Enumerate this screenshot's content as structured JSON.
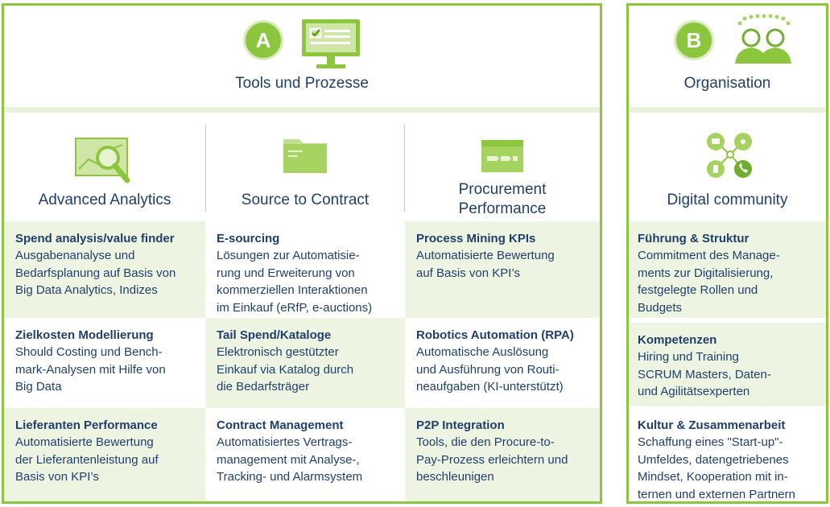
{
  "panelA": {
    "badge": "A",
    "title": "Tools und Prozesse",
    "columns": [
      {
        "heading": "Advanced Analytics",
        "items": [
          {
            "title": "Spend analysis/value finder",
            "desc": "Ausgabenanalyse und\nBedarfsplanung auf Basis von\nBig Data Analytics, Indizes"
          },
          {
            "title": "Zielkosten Modellierung",
            "desc": "Should Costing und Bench-\nmark-Analysen mit Hilfe von\nBig Data"
          },
          {
            "title": "Lieferanten Performance",
            "desc": "Automatisierte Bewertung\nder Lieferantenleistung auf\nBasis von KPI’s"
          }
        ]
      },
      {
        "heading": "Source to Contract",
        "items": [
          {
            "title": "E-sourcing",
            "desc": "Lösungen zur Automatisie-\nrung und Erweiterung von\nkommerziellen Interaktionen\nim Einkauf (eRfP, e-auctions)"
          },
          {
            "title": "Tail Spend/Kataloge",
            "desc": "Elektronisch gestützter\nEinkauf via Katalog durch\ndie Bedarfsträger"
          },
          {
            "title": "Contract Management",
            "desc": "Automatisiertes Vertrags-\nmanagement mit Analyse-,\nTracking- und Alarmsystem"
          }
        ]
      },
      {
        "heading": "Procurement\nPerformance",
        "items": [
          {
            "title": "Process Mining KPIs",
            "desc": "Automatisierte Bewertung\nauf Basis von KPI’s"
          },
          {
            "title": "Robotics Automation (RPA)",
            "desc": "Automatische Auslösung\nund Ausführung von Routi-\nneaufgaben (KI-unterstützt)"
          },
          {
            "title": "P2P Integration",
            "desc": "Tools, die den Procure-to-\nPay-Prozess erleichtern und\nbeschleunigen"
          }
        ]
      }
    ]
  },
  "panelB": {
    "badge": "B",
    "title": "Organisation",
    "column": {
      "heading": "Digital community",
      "items": [
        {
          "title": "Führung & Struktur",
          "desc": "Commitment des Manage-\nments zur Digitalisierung,\nfestgelegte Rollen und\nBudgets"
        },
        {
          "title": "Kompetenzen",
          "desc": "Hiring und Training\nSCRUM Masters, Daten-\nund Agilitätsexperten"
        },
        {
          "title": "Kultur & Zusammenarbeit",
          "desc": "Schaffung eines \"Start-up\"-\nUmfeldes, datengetriebenes\nMindset, Kooperation mit in-\nternen und externen Partnern"
        }
      ]
    }
  },
  "colors": {
    "green": "#8cc63f",
    "navy": "#1f3f6b",
    "tint": "#eef4e2"
  },
  "icons": [
    "monitor-checklist-icon",
    "analytics-magnifier-icon",
    "folder-icon",
    "performance-card-icon",
    "people-group-icon",
    "community-network-icon"
  ]
}
